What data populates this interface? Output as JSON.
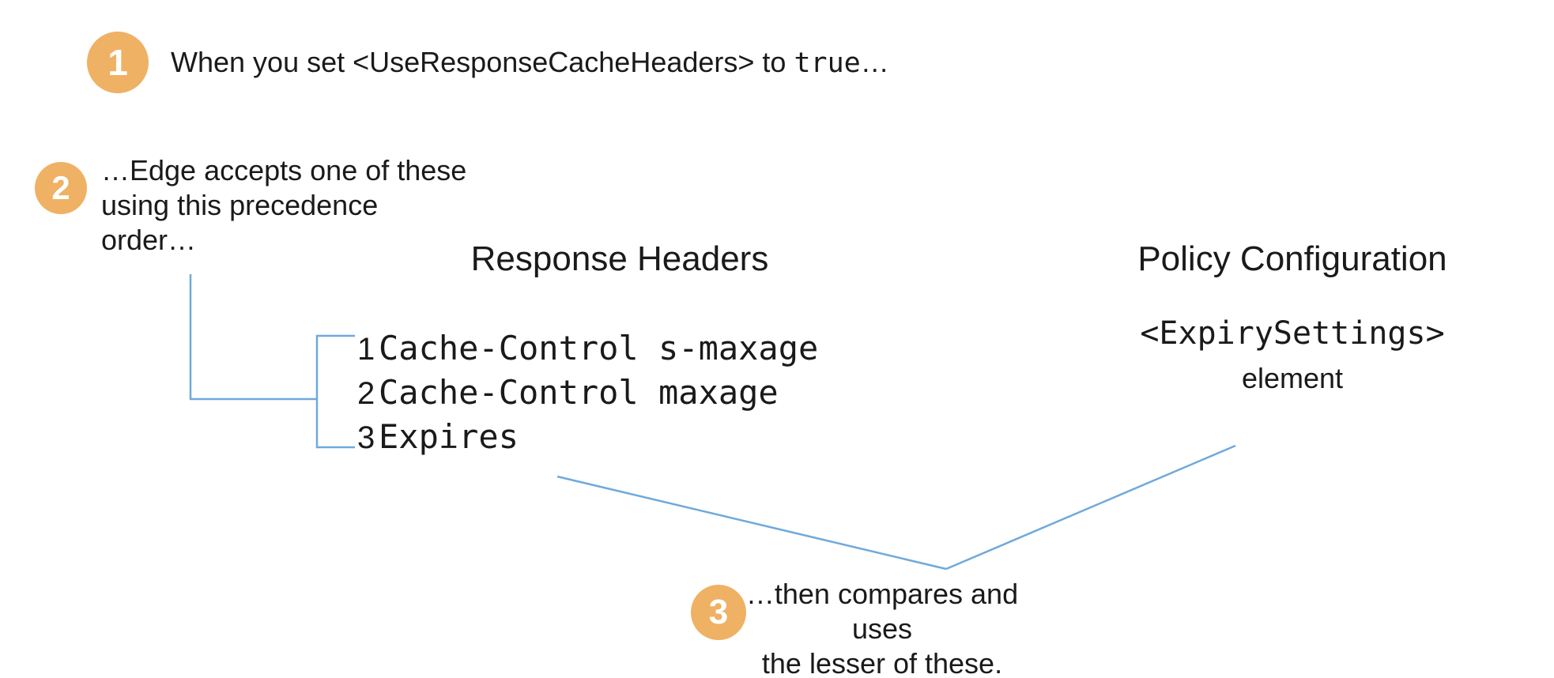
{
  "colors": {
    "badge": "#EFB164",
    "badge_text": "#FFFFFF",
    "connector": "#6FA9DB",
    "text": "#1A1A1A",
    "background": "#FFFFFF"
  },
  "steps": [
    {
      "number": "1",
      "text": "When you set <UseResponseCacheHeaders> to ",
      "code": "true",
      "suffix": "…"
    },
    {
      "number": "2",
      "lines": [
        "…Edge accepts one of these",
        "using this precedence",
        "order…"
      ]
    },
    {
      "number": "3",
      "lines": [
        "…then compares and uses",
        "the lesser of these."
      ]
    }
  ],
  "response_headers": {
    "heading": "Response Headers",
    "items": [
      {
        "rank": "1",
        "label": "Cache-Control s-maxage"
      },
      {
        "rank": "2",
        "label": "Cache-Control maxage"
      },
      {
        "rank": "3",
        "label": "Expires"
      }
    ]
  },
  "policy_configuration": {
    "heading": "Policy Configuration",
    "code": "<ExpirySettings>",
    "label": "element"
  }
}
